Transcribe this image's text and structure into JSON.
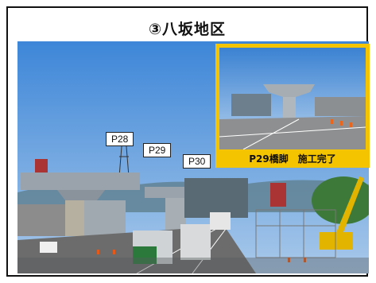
{
  "heading": {
    "title": "③八坂地区"
  },
  "pier_labels": [
    "P28",
    "P29",
    "P30"
  ],
  "inset": {
    "caption": "P29橋脚　施工完了"
  }
}
